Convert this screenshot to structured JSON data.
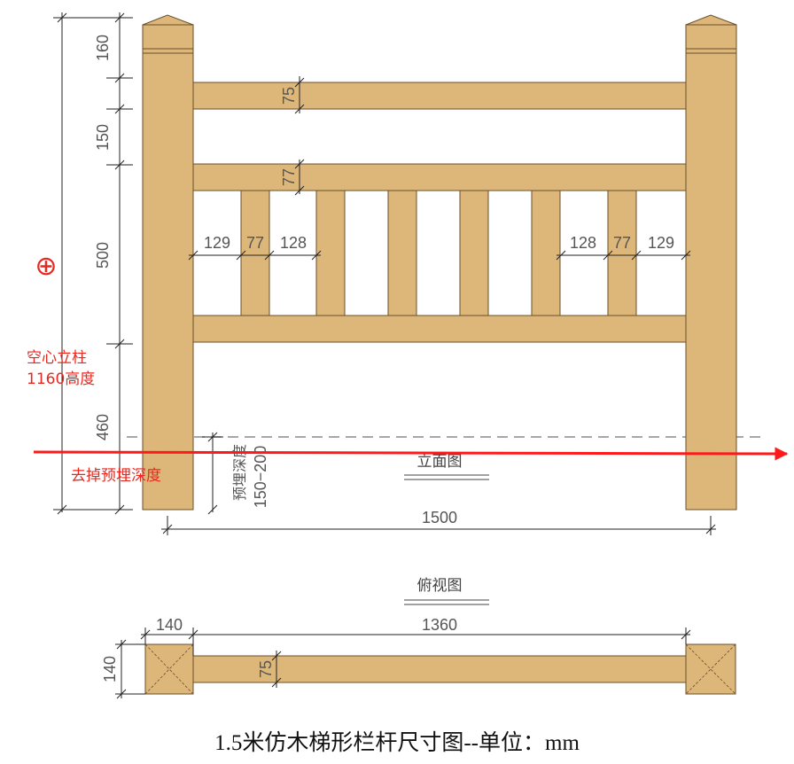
{
  "colors": {
    "wood": "#ddb77a",
    "wood_edge": "#6b4f2a",
    "dim_line": "#222222",
    "annotation_red": "#e8281f",
    "dashed_ground": "#8a8a8a"
  },
  "elevation": {
    "title": "立面图",
    "vertical_dims": [
      "160",
      "150",
      "500",
      "460"
    ],
    "rail_heights": [
      "75",
      "77"
    ],
    "left_gaps": [
      "129",
      "77",
      "128"
    ],
    "right_gaps": [
      "128",
      "77",
      "129"
    ],
    "embed_label": "预埋深度",
    "embed_range": "150−200",
    "width": "1500"
  },
  "plan": {
    "title": "俯视图",
    "post_size": "140",
    "post_depth": "140",
    "span": "1360",
    "rail_width": "75"
  },
  "annotations": {
    "hollow_post_line1": "空心立柱",
    "hollow_post_line2": "1160高度",
    "remove_embed": "去掉预埋深度",
    "scribble_glyph": "⊕"
  },
  "caption": "1.5米仿木梯形栏杆尺寸图--单位：mm"
}
